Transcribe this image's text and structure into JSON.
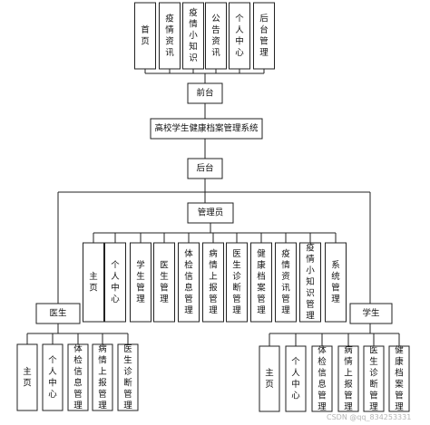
{
  "front_modules": [
    "首页",
    "疫情资讯",
    "疫情小知识",
    "公告资讯",
    "个人中心",
    "后台管理"
  ],
  "front_label": "前台",
  "system_label": "高校学生健康档案管理系统",
  "back_label": "后台",
  "admin_label": "管理员",
  "admin_modules": [
    "主页",
    "个人中心",
    "学生管理",
    "医生管理",
    "体检信息管理",
    "病情上报管理",
    "医生诊断管理",
    "健康档案管理",
    "疫情资讯管理",
    "疫情小知识管理",
    "系统管理"
  ],
  "doctor_label": "医生",
  "doctor_modules": [
    "主页",
    "个人中心",
    "体检信息管理",
    "病情上报管理",
    "医生诊断管理"
  ],
  "student_label": "学生",
  "student_modules": [
    "主页",
    "个人中心",
    "体检信息管理",
    "病情上报管理",
    "医生诊断管理",
    "健康档案管理"
  ],
  "watermark": "CSDN @qq_834253331"
}
